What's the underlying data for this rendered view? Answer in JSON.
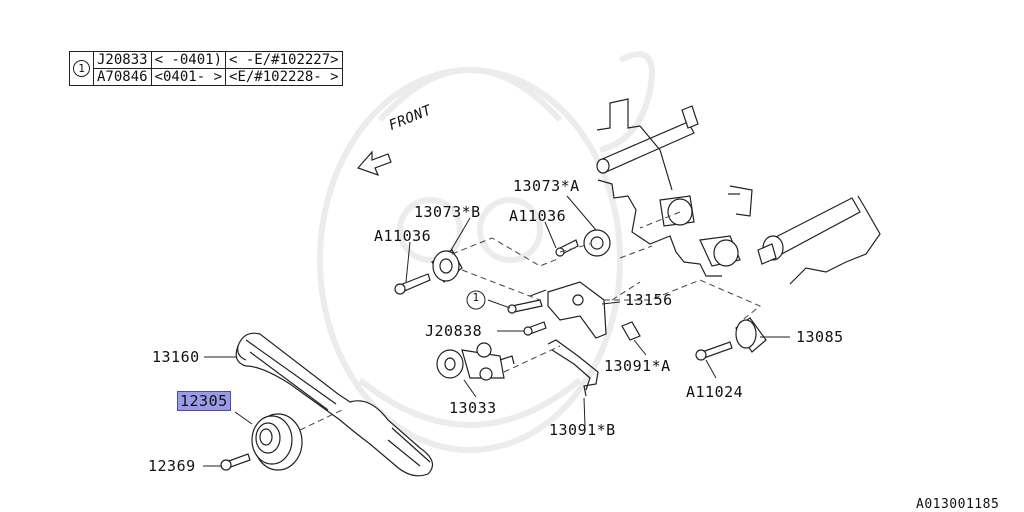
{
  "ref_table": {
    "marker": "1",
    "rows": [
      {
        "part": "J20833",
        "range1": "<     -0401)",
        "range2": "<    -E/#102227>"
      },
      {
        "part": "A70846",
        "range1": "<0401-     >",
        "range2": "<E/#102228-    >"
      }
    ]
  },
  "front_label": "FRONT",
  "callouts": {
    "p13073A": "13073*A",
    "p13073B": "13073*B",
    "pA11036_left": "A11036",
    "pA11036_mid": "A11036",
    "p13156": "13156",
    "pJ20838": "J20838",
    "p13085": "13085",
    "p13091A": "13091*A",
    "pA11024": "A11024",
    "p13160": "13160",
    "p13033": "13033",
    "p12305": "12305",
    "p13091B": "13091*B",
    "p12369": "12369",
    "circle_marker": "1"
  },
  "diagram_id": "A013001185"
}
